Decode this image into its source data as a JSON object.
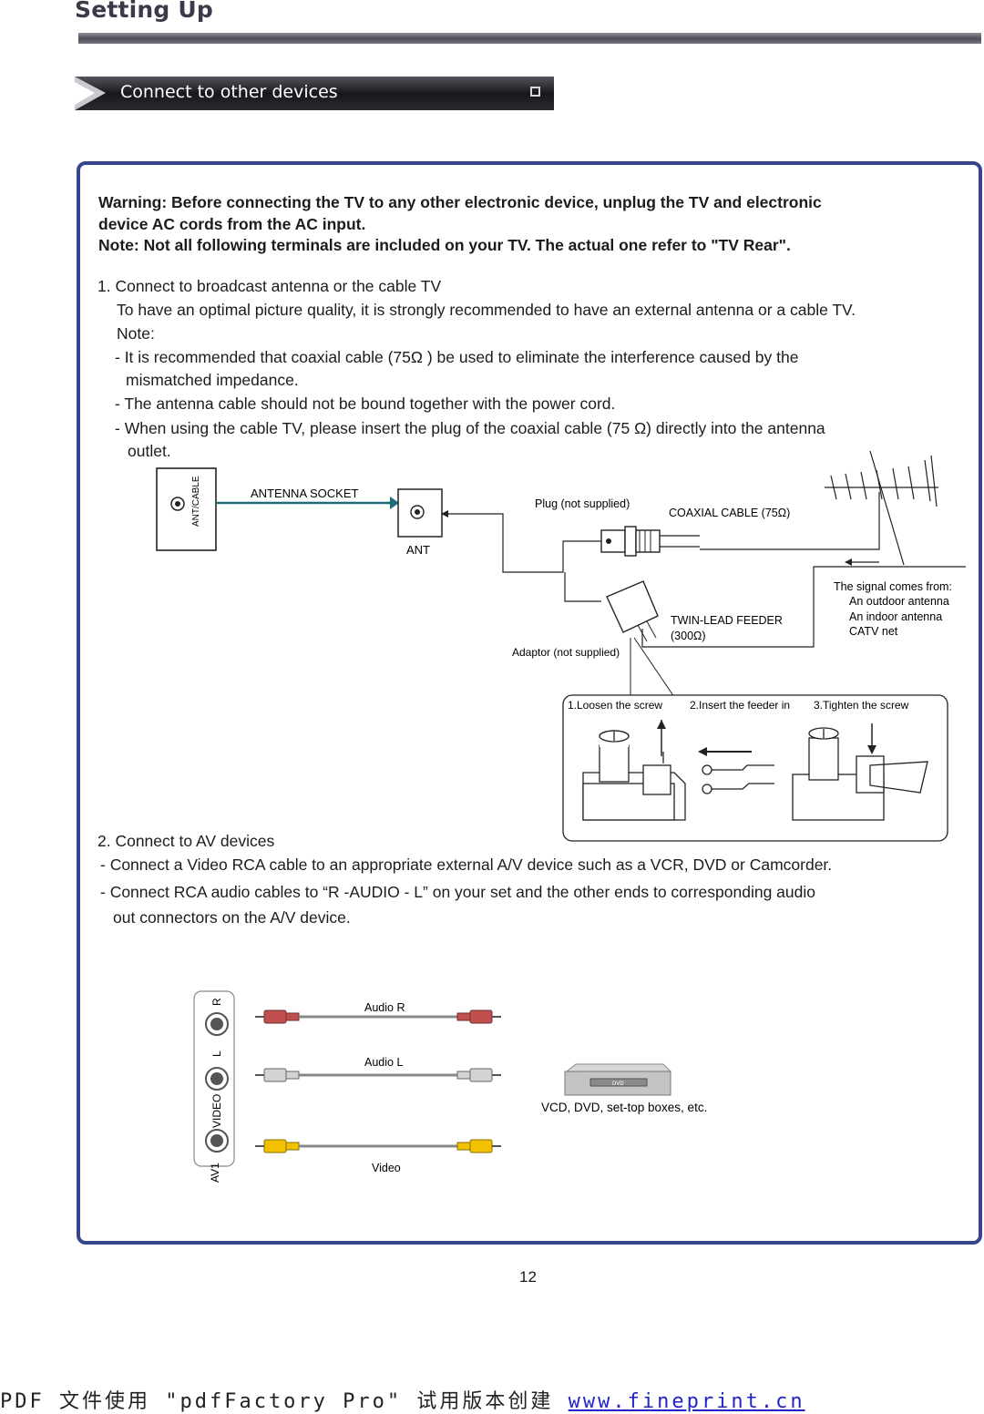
{
  "header": {
    "title": "Setting Up"
  },
  "section": {
    "banner_label": "Connect to other devices"
  },
  "warning": {
    "line1": "Warning: Before connecting the TV to any other electronic device, unplug the TV and electronic",
    "line2": "device AC cords from the AC input.",
    "line3": "Note: Not all following terminals are included on your TV. The actual one refer to \"TV Rear\"."
  },
  "step1": {
    "title": "1. Connect to broadcast antenna or the cable TV",
    "intro": "To have an optimal picture quality, it is strongly recommended to have an external antenna or a cable TV.",
    "note_label": "Note:",
    "bullet1a": "- It is recommended that coaxial cable (75Ω ) be used to eliminate the interference caused by the",
    "bullet1b": "mismatched impedance.",
    "bullet2": "- The antenna cable should not be bound together with the power cord.",
    "bullet3a": "- When using the cable TV, please insert the plug of the coaxial cable (75 Ω) directly into the antenna",
    "bullet3b": "outlet."
  },
  "antenna_diagram": {
    "ant_cable": "ANT/CABLE",
    "antenna_socket": "ANTENNA SOCKET",
    "ant": "ANT",
    "plug": "Plug (not supplied)",
    "coaxial": "COAXIAL CABLE (75Ω)",
    "twin_lead": "TWIN-LEAD FEEDER",
    "twin_lead_ohm": "(300Ω)",
    "adaptor": "Adaptor (not supplied)",
    "signal_title": "The signal comes from:",
    "signal_1": "An outdoor antenna",
    "signal_2": "An indoor antenna",
    "signal_3": "CATV net",
    "step_loosen": "1.Loosen the screw",
    "step_insert": "2.Insert the feeder in",
    "step_tighten": "3.Tighten the screw"
  },
  "step2": {
    "title": "2. Connect to AV devices",
    "bullet1": "- Connect a Video RCA cable to an appropriate external A/V device such as a VCR, DVD or Camcorder.",
    "bullet2a": "- Connect RCA audio cables to “R -AUDIO - L” on your set and the other ends to  corresponding audio",
    "bullet2b": "out connectors on the  A/V device."
  },
  "av_diagram": {
    "jack_r": "R",
    "jack_l": "L",
    "jack_video": "VIDEO",
    "jack_av1": "AV1",
    "cable_audio_r": "Audio R",
    "cable_audio_l": "Audio L",
    "cable_video": "Video",
    "device_caption": "VCD, DVD, set-top boxes, etc.",
    "device_logo": "DVD",
    "colors": {
      "red": "#c0504d",
      "white": "#c8c8c8",
      "yellow": "#f2c200"
    }
  },
  "page": {
    "number": "12"
  },
  "footer": {
    "text": "PDF 文件使用 \"pdfFactory Pro\" 试用版本创建 ",
    "link": "www.fineprint.cn"
  }
}
